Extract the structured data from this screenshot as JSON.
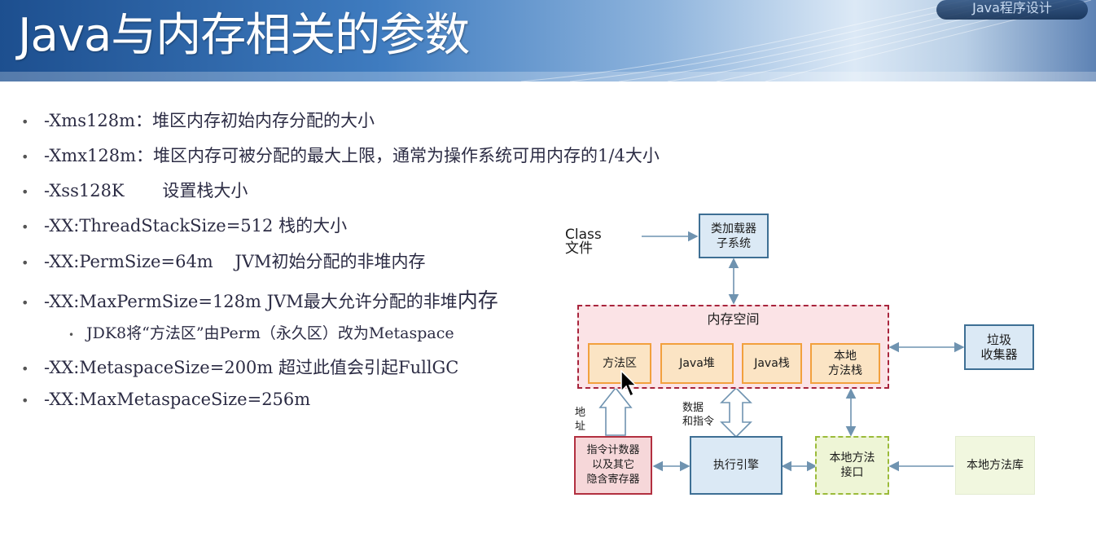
{
  "header": {
    "title": "Java与内存相关的参数",
    "brand": "Java程序设计"
  },
  "bullets": [
    {
      "text": "-Xms128m：堆区内存初始内存分配的大小"
    },
    {
      "text": "-Xmx128m：堆区内存可被分配的最大上限，通常为操作系统可用内存的1/4大小"
    },
    {
      "text": "-Xss128K       设置栈大小"
    },
    {
      "text": "-XX:ThreadStackSize=512 栈的大小"
    },
    {
      "text": "-XX:PermSize=64m    JVM初始分配的非堆内存"
    },
    {
      "text": "-XX:MaxPermSize=128m JVM最大允许分配的非堆",
      "emph": "内存"
    },
    {
      "text": "JDK8将“方法区”由Perm（永久区）改为Metaspace"
    },
    {
      "text": "-XX:MetaspaceSize=200m 超过此值会引起FullGC"
    },
    {
      "text": "-XX:MaxMetaspaceSize=256m"
    }
  ],
  "bullet_glyph": "•",
  "diagram": {
    "class_file": "Class文件",
    "class_loader": "类加载器\n子系统",
    "memory_space": "内存空间",
    "method_area": "方法区",
    "java_heap": "Java堆",
    "java_stack": "Java栈",
    "native_stack": "本地\n方法栈",
    "gc": "垃圾\n收集器",
    "address": "地址",
    "data_instr": "数据\n和指令",
    "pc_register": "指令计数器\n以及其它\n隐含寄存器",
    "exec_engine": "执行引擎",
    "native_interface": "本地方法\n接口",
    "native_lib": "本地方法库"
  },
  "colors": {
    "loader_border": "#3e6f94",
    "loader_fill": "#dbe9f5",
    "memory_border": "#a8243c",
    "memory_fill": "#fbe3e6",
    "orange_border": "#f2a03d",
    "orange_fill": "#fbe4c4",
    "pc_border": "#b23040",
    "pc_fill": "#f6d7d9",
    "green_border": "#9bbb3a",
    "green_fill": "#eef5d6",
    "arrow": "#6f93b0"
  }
}
